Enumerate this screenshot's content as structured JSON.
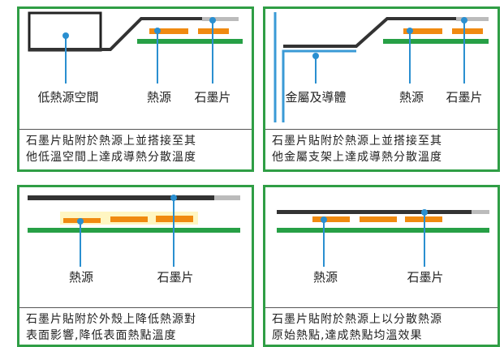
{
  "panels": [
    {
      "labels": {
        "space": "低熱源空間",
        "heat_source": "熱源",
        "graphite": "石墨片"
      },
      "caption": [
        "石墨片貼附於熱源上並搭接至其",
        "他低溫空間上達成導熱分散溫度"
      ]
    },
    {
      "labels": {
        "metal": "金屬及導體",
        "heat_source": "熱源",
        "graphite": "石墨片"
      },
      "caption": [
        "石墨片貼附於熱源上並搭接至其",
        "他金屬支架上達成導熱分散溫度"
      ]
    },
    {
      "labels": {
        "heat_source": "熱源",
        "graphite": "石墨片"
      },
      "caption": [
        "石墨片貼附於外殼上降低熱源對",
        "表面影響,降低表面熱點溫度"
      ]
    },
    {
      "labels": {
        "heat_source": "熱源",
        "graphite": "石墨片"
      },
      "caption": [
        "石墨片貼附於熱源上以分散熱源",
        "原始熱點,達成熱點均溫效果"
      ]
    }
  ],
  "colors": {
    "border": "#2f9e45",
    "pcb": "#27a046",
    "heat": "#f08a10",
    "pointer": "#2a8fd0",
    "graphite": "#333333",
    "metal": "#3a9ad6"
  }
}
